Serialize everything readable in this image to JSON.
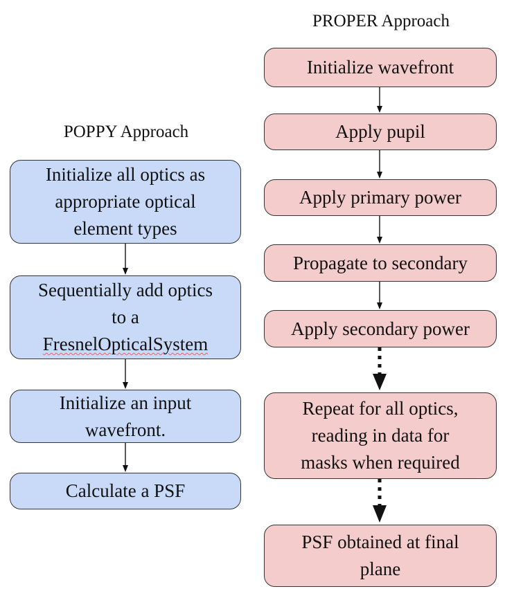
{
  "proper": {
    "title": "PROPER Approach",
    "steps": [
      [
        "Initialize wavefront"
      ],
      [
        "Apply pupil"
      ],
      [
        "Apply primary power"
      ],
      [
        "Propagate to secondary"
      ],
      [
        "Apply secondary power"
      ],
      [
        "Repeat for all optics,",
        "reading in data for",
        "masks when required"
      ],
      [
        "PSF obtained at final",
        "plane"
      ]
    ]
  },
  "poppy": {
    "title": "POPPY Approach",
    "steps": [
      [
        "Initialize all optics as",
        "appropriate optical",
        "element types"
      ],
      [
        "Sequentially add optics",
        "to a",
        "FresnelOpticalSystem"
      ],
      [
        "Initialize an input",
        "wavefront."
      ],
      [
        "Calculate a PSF"
      ]
    ]
  },
  "colors": {
    "poppy_fill": "#c9daf8",
    "proper_fill": "#f4cccc",
    "border": "#333333",
    "spellcheck_underline": "#e06666"
  }
}
